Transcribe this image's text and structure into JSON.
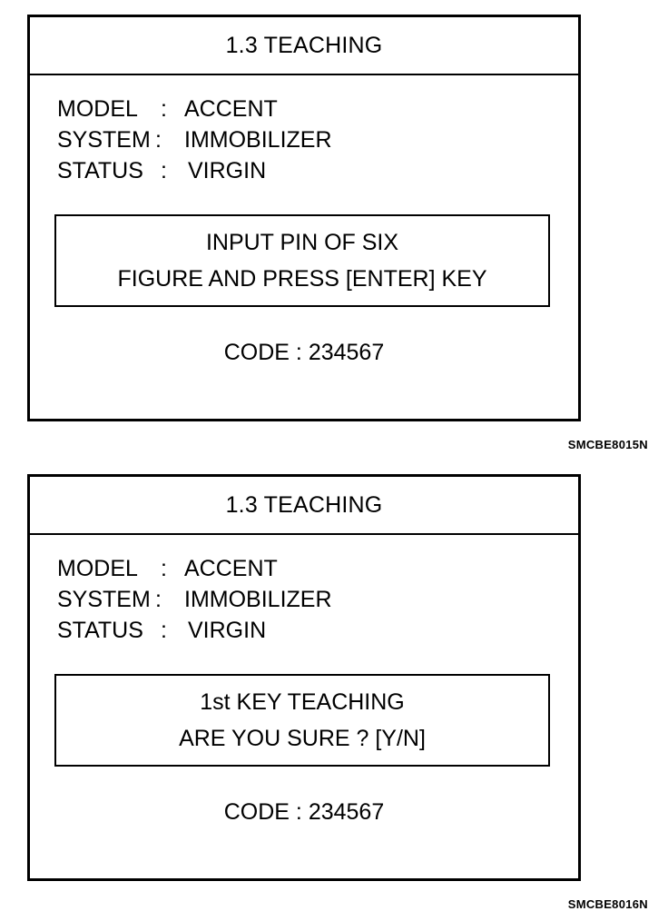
{
  "screens": [
    {
      "title": "1.3 TEACHING",
      "model_label": "MODEL",
      "model_sep": ":",
      "model_value": "ACCENT",
      "system_label": "SYSTEM",
      "system_sep": ":",
      "system_value": "IMMOBILIZER",
      "status_label": "STATUS",
      "status_sep": ":",
      "status_value": "VIRGIN",
      "prompt_line1": "INPUT PIN OF SIX",
      "prompt_line2": "FIGURE AND PRESS [ENTER] KEY",
      "code_text": "CODE : 234567",
      "figure_id": "SMCBE8015N"
    },
    {
      "title": "1.3 TEACHING",
      "model_label": "MODEL",
      "model_sep": ":",
      "model_value": "ACCENT",
      "system_label": "SYSTEM",
      "system_sep": ":",
      "system_value": "IMMOBILIZER",
      "status_label": "STATUS",
      "status_sep": ":",
      "status_value": "VIRGIN",
      "prompt_line1": "1st KEY TEACHING",
      "prompt_line2": "ARE YOU SURE ? [Y/N]",
      "code_text": "CODE : 234567",
      "figure_id": "SMCBE8016N"
    }
  ]
}
